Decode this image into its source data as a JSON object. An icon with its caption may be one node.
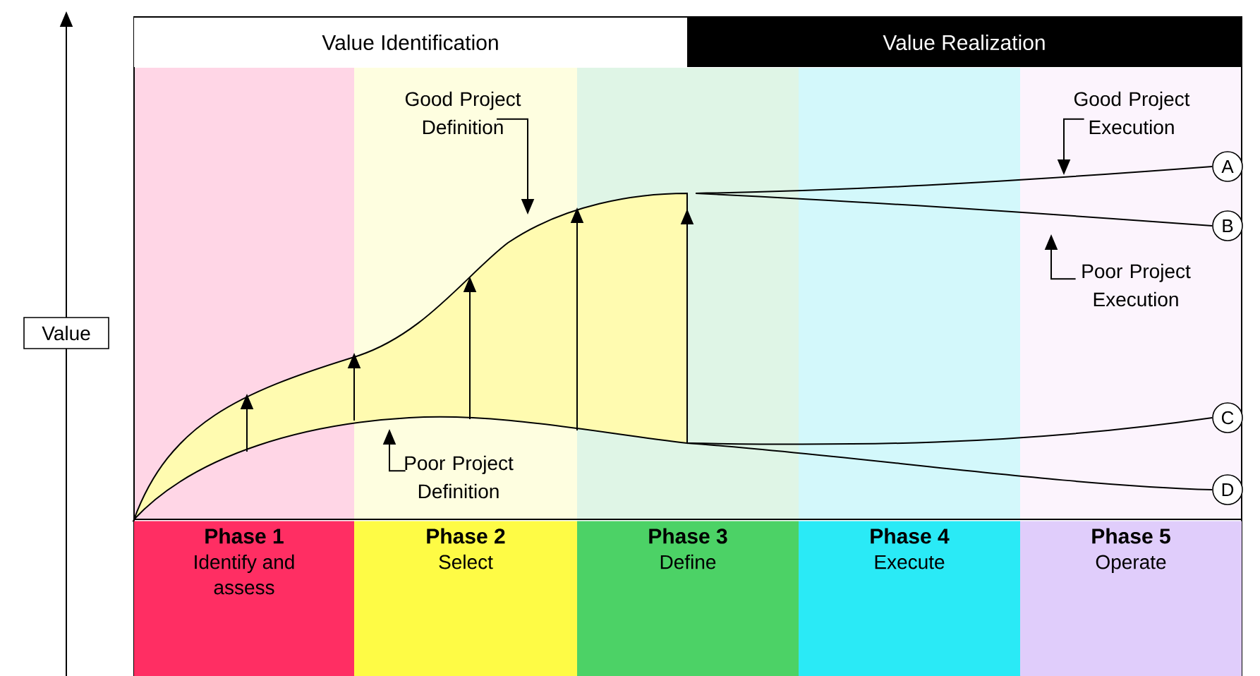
{
  "diagram": {
    "nodes": [
      {
        "text": [
          "Value Identification"
        ]
      },
      {
        "text": [
          "Value Realization"
        ]
      },
      {
        "text": [
          "Phase 1",
          "Identify and assess"
        ]
      },
      {
        "text": [
          "Phase 2",
          "Select"
        ]
      },
      {
        "text": [
          "Phase 3",
          "Define"
        ]
      },
      {
        "text": [
          "Phase 4",
          "Execute"
        ]
      },
      {
        "text": [
          "Phase 5",
          "Operate"
        ]
      },
      {
        "text": [
          "Value"
        ]
      },
      {
        "text": [
          "A"
        ]
      },
      {
        "text": [
          "B"
        ]
      },
      {
        "text": [
          "C"
        ]
      },
      {
        "text": [
          "D"
        ]
      },
      {
        "text": [
          "Good Project Definition"
        ]
      },
      {
        "text": [
          "Poor Project Definition"
        ]
      },
      {
        "text": [
          "Good Project Execution"
        ]
      },
      {
        "text": [
          "Poor Project Execution"
        ]
      }
    ],
    "edges": [
      {
        "from": null,
        "to": 8,
        "arrow": "none"
      },
      {
        "from": null,
        "to": 9,
        "arrow": "none"
      },
      {
        "from": null,
        "to": 10,
        "arrow": "none"
      },
      {
        "from": null,
        "to": 11,
        "arrow": "none"
      },
      {
        "from": 12,
        "to": null,
        "arrow": "to"
      },
      {
        "from": 13,
        "to": null,
        "arrow": "to"
      },
      {
        "from": 14,
        "to": null,
        "arrow": "to"
      },
      {
        "from": 15,
        "to": null,
        "arrow": "to"
      }
    ]
  }
}
